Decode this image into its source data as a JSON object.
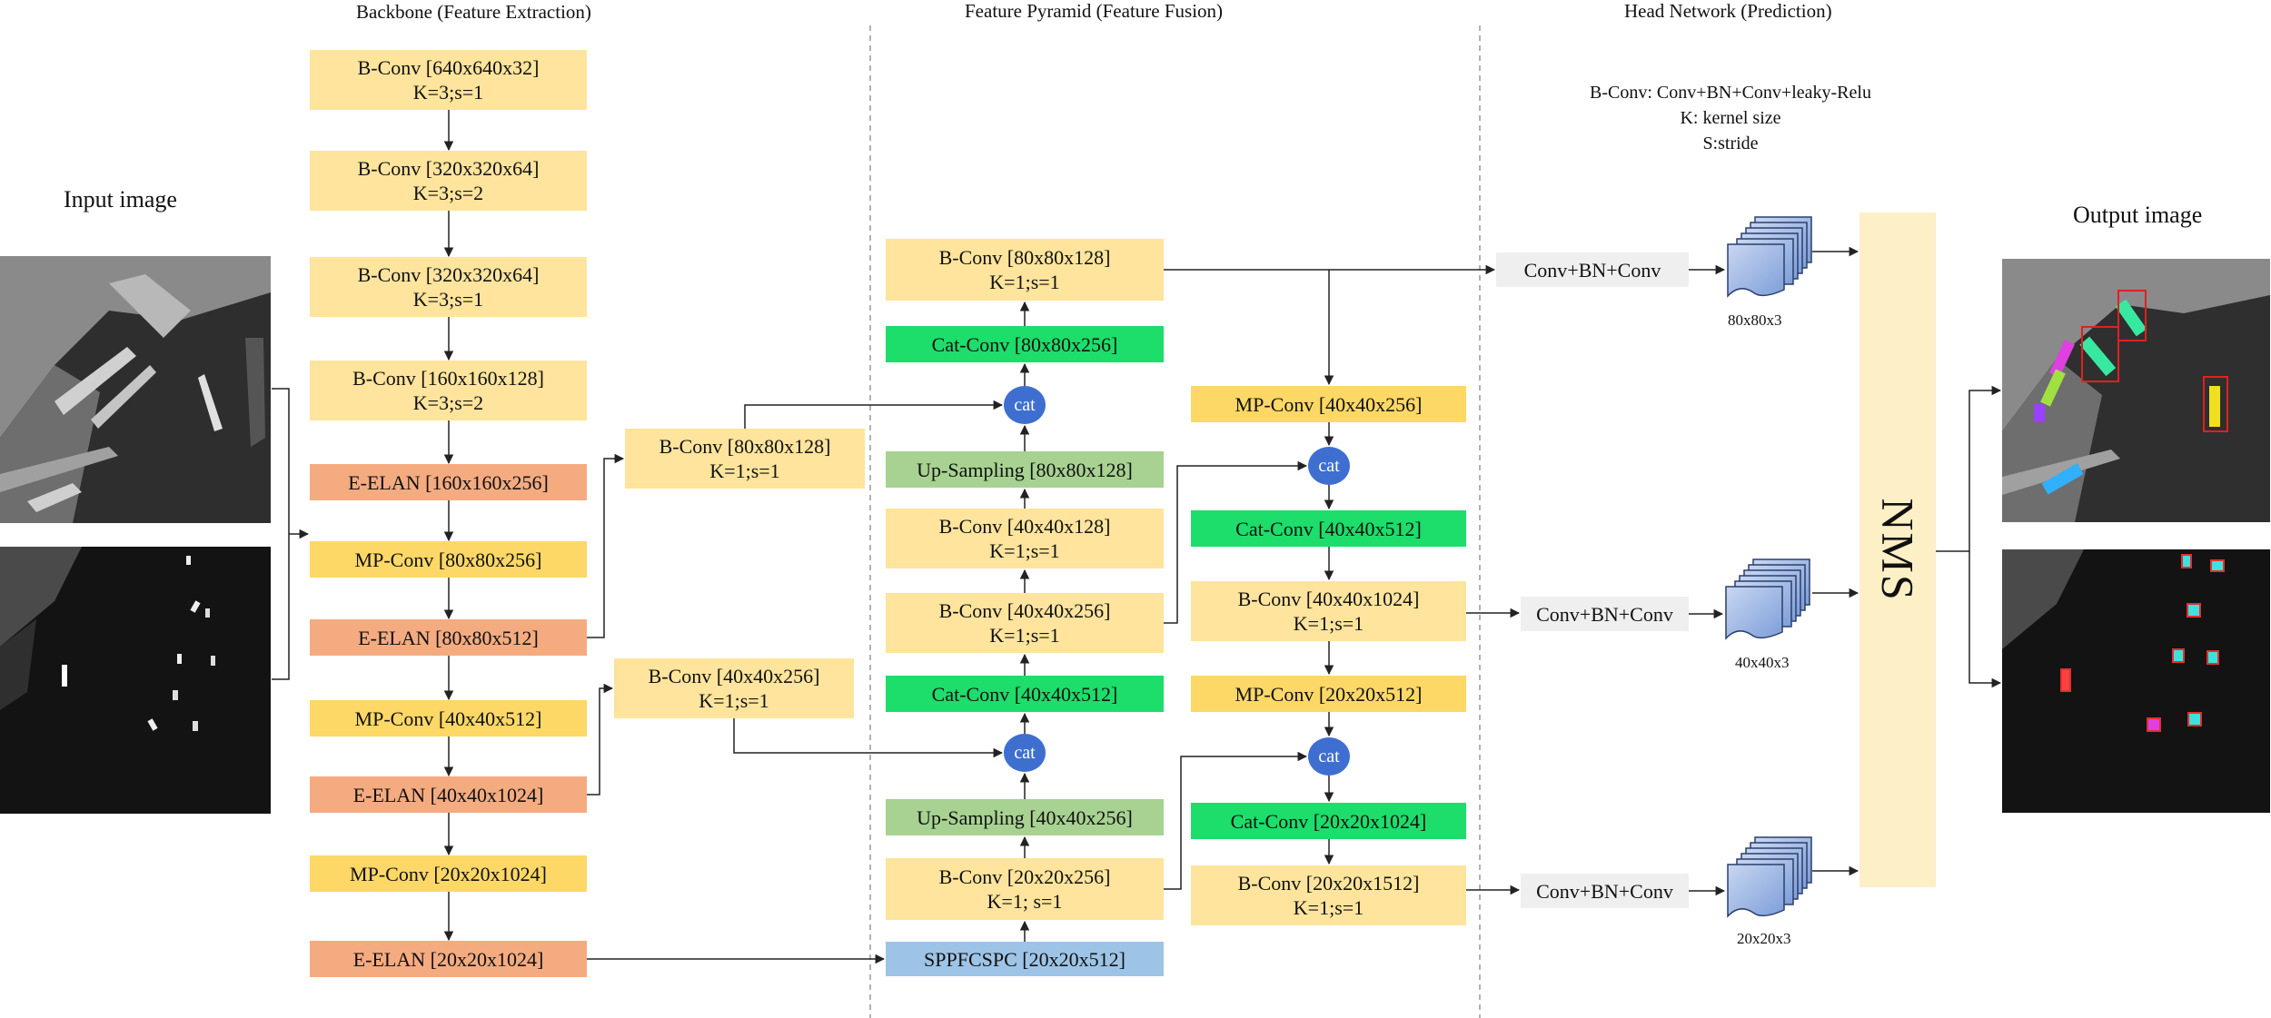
{
  "sections": {
    "backbone": "Backbone (Feature Extraction)",
    "pyramid": "Feature Pyramid (Feature Fusion)",
    "head": "Head Network (Prediction)"
  },
  "captions": {
    "input": "Input image",
    "output": "Output image"
  },
  "legend": {
    "line1": "B-Conv: Conv+BN+Conv+leaky-Relu",
    "line2": "K: kernel size",
    "line3": "S:stride"
  },
  "backbone": [
    {
      "t": "B-Conv [640x640x32]",
      "s": "K=3;s=1"
    },
    {
      "t": "B-Conv [320x320x64]",
      "s": "K=3;s=2"
    },
    {
      "t": "B-Conv [320x320x64]",
      "s": "K=3;s=1"
    },
    {
      "t": "B-Conv [160x160x128]",
      "s": "K=3;s=2"
    },
    {
      "t": "E-ELAN [160x160x256]"
    },
    {
      "t": "MP-Conv [80x80x256]"
    },
    {
      "t": "E-ELAN [80x80x512]"
    },
    {
      "t": "MP-Conv [40x40x512]"
    },
    {
      "t": "E-ELAN [40x40x1024]"
    },
    {
      "t": "MP-Conv [20x20x1024]"
    },
    {
      "t": "E-ELAN [20x20x1024]"
    }
  ],
  "lateral": [
    {
      "t": "B-Conv [80x80x128]",
      "s": "K=1;s=1"
    },
    {
      "t": "B-Conv [40x40x256]",
      "s": "K=1;s=1"
    }
  ],
  "pyramid_left": [
    {
      "t": "B-Conv [80x80x128]",
      "s": "K=1;s=1"
    },
    {
      "t": "Cat-Conv [80x80x256]"
    },
    {
      "t": "Up-Sampling [80x80x128]"
    },
    {
      "t": "B-Conv [40x40x128]",
      "s": "K=1;s=1"
    },
    {
      "t": "B-Conv [40x40x256]",
      "s": "K=1;s=1"
    },
    {
      "t": "Cat-Conv [40x40x512]"
    },
    {
      "t": "Up-Sampling [40x40x256]"
    },
    {
      "t": "B-Conv [20x20x256]",
      "s": "K=1; s=1"
    },
    {
      "t": "SPPFCSPC [20x20x512]"
    }
  ],
  "pyramid_right": [
    {
      "t": "MP-Conv [40x40x256]"
    },
    {
      "t": "Cat-Conv [40x40x512]"
    },
    {
      "t": "B-Conv [40x40x1024]",
      "s": "K=1;s=1"
    },
    {
      "t": "MP-Conv [20x20x512]"
    },
    {
      "t": "Cat-Conv [20x20x1024]"
    },
    {
      "t": "B-Conv [20x20x1512]",
      "s": "K=1;s=1"
    }
  ],
  "cat_label": "cat",
  "head": [
    {
      "t": "Conv+BN+Conv",
      "size": "80x80x3"
    },
    {
      "t": "Conv+BN+Conv",
      "size": "40x40x3"
    },
    {
      "t": "Conv+BN+Conv",
      "size": "20x20x3"
    }
  ],
  "nms": "NMS"
}
